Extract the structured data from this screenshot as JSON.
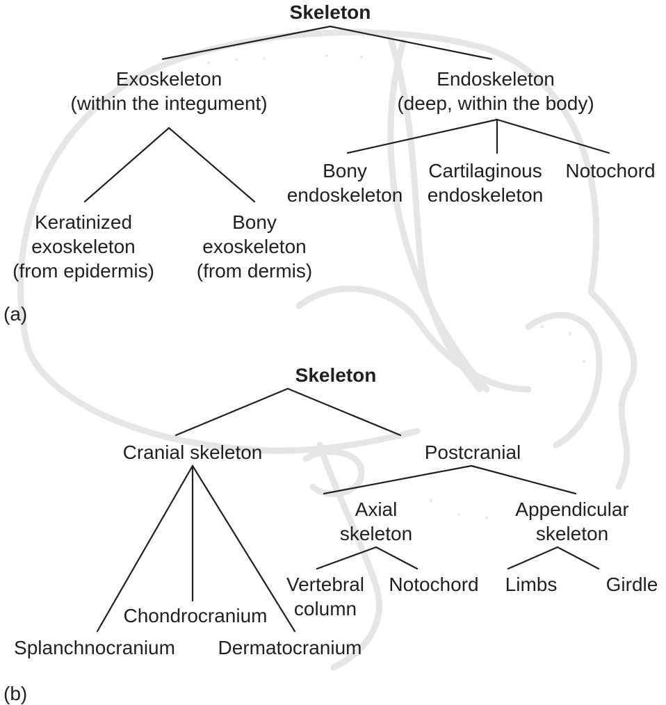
{
  "colors": {
    "text": "#231f20",
    "line": "#231f20",
    "watermark": "#e4e4e4"
  },
  "panel_a": {
    "label": "(a)",
    "root": "Skeleton",
    "exoskeleton": {
      "line1": "Exoskeleton",
      "line2": "(within the integument)"
    },
    "endoskeleton": {
      "line1": "Endoskeleton",
      "line2": "(deep, within the body)"
    },
    "keratinized": {
      "line1": "Keratinized",
      "line2": "exoskeleton",
      "line3": "(from epidermis)"
    },
    "bony_exo": {
      "line1": "Bony",
      "line2": "exoskeleton",
      "line3": "(from dermis)"
    },
    "bony_endo": {
      "line1": "Bony",
      "line2": "endoskeleton"
    },
    "cartilaginous_endo": {
      "line1": "Cartilaginous",
      "line2": "endoskeleton"
    },
    "notochord": "Notochord"
  },
  "panel_b": {
    "label": "(b)",
    "root": "Skeleton",
    "cranial": "Cranial skeleton",
    "postcranial": "Postcranial",
    "chondrocranium": "Chondrocranium",
    "splanchnocranium": "Splanchnocranium",
    "dermatocranium": "Dermatocranium",
    "axial": {
      "line1": "Axial",
      "line2": "skeleton"
    },
    "appendicular": {
      "line1": "Appendicular",
      "line2": "skeleton"
    },
    "vertebral": {
      "line1": "Vertebral",
      "line2": "column"
    },
    "notochord": "Notochord",
    "limbs": "Limbs",
    "girdle": "Girdle"
  }
}
